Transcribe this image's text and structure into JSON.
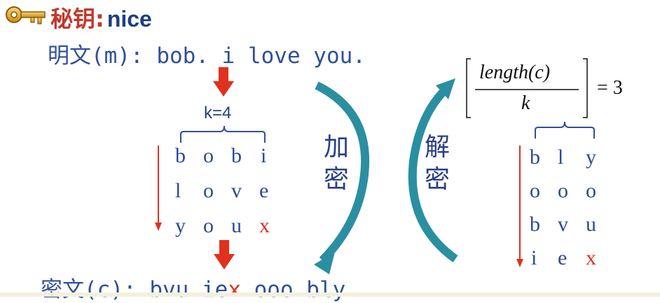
{
  "title": {
    "key_label": "秘钥:",
    "key_value": "nice"
  },
  "plaintext": {
    "label": "明文(m):",
    "value": "bob. i love you."
  },
  "k_label": "k=4",
  "encrypt_grid": [
    [
      "b",
      "o",
      "b",
      "i"
    ],
    [
      "l",
      "o",
      "v",
      "e"
    ],
    [
      "y",
      "o",
      "u",
      "x"
    ]
  ],
  "decrypt_grid": [
    [
      "b",
      "l",
      "y"
    ],
    [
      "o",
      "o",
      "o"
    ],
    [
      "b",
      "v",
      "u"
    ],
    [
      "i",
      "e",
      "x"
    ]
  ],
  "encrypt_arc_label": "加密",
  "decrypt_arc_label": "解密",
  "formula": {
    "numerator": "length(c)",
    "denominator": "k",
    "result": "= 3"
  },
  "ciphertext": {
    "label": "密文(c):",
    "part1": "bvu ie",
    "padding": "x",
    "part2": " ooo bly"
  },
  "colors": {
    "accent_red": "#e0301e",
    "text_blue": "#2f4f9a",
    "arc_teal": "#2a8fa0"
  },
  "icons": [
    "key-icon"
  ]
}
